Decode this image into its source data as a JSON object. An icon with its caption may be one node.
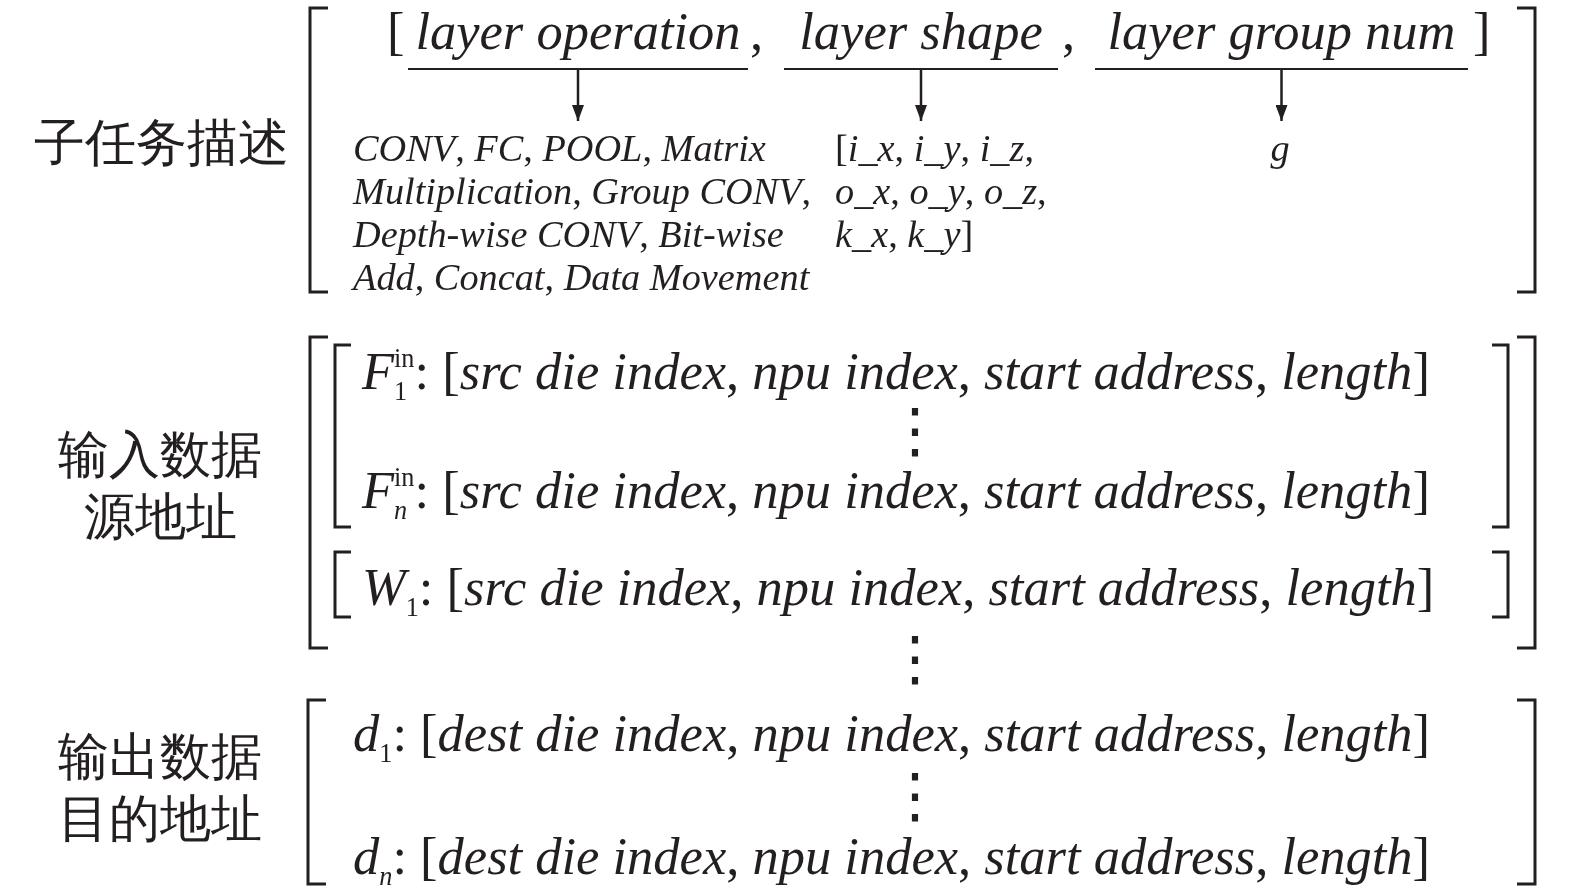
{
  "diagram": {
    "nodes": [
      {
        "text": [
          "layer operation"
        ]
      },
      {
        "text": [
          "layer shape"
        ]
      },
      {
        "text": [
          "layer group num"
        ]
      },
      {
        "text": [
          "*CONV*, *FC*, *POOL*, *Matrix Multiplication*, *Group CONV*, *Depth-wise CONV*, *Bit-wise Add*, *Concat*, *Data Movement*"
        ]
      },
      {
        "text": [
          "[*i_x*, *i_y*, *i_z*, *o_x*, *o_y*, *o_z*, *k_x*, *k_y*]"
        ]
      },
      {
        "text": [
          "g"
        ]
      }
    ],
    "edges": [
      {
        "from": 0,
        "to": 3,
        "arrow": "to"
      },
      {
        "from": 1,
        "to": 4,
        "arrow": "to"
      },
      {
        "from": 2,
        "to": 5,
        "arrow": "to"
      }
    ],
    "labels": [
      "[",
      ",",
      ",",
      "]",
      "子任务描述",
      "输入数据源地址",
      "*F*$_{1}$$^{in}$: [*src die index*, *npu index*, *start address*, *length*]",
      "⋮",
      "*F*$_{n}$$^{in}$: [*src die index*, *npu index*, *start address*, *length*]",
      "*W*$_{1}$: [*src die index*, *npu index*, *start address*, *length*]",
      "⋮",
      "输出数据目的地址",
      "*d*$_{1}$: [*dest die index*, *npu index*, *start address*, *length*]",
      "⋮",
      "*d*$_{n}$: [*dest die index*, *npu index*, *start address*, *length*]"
    ]
  }
}
